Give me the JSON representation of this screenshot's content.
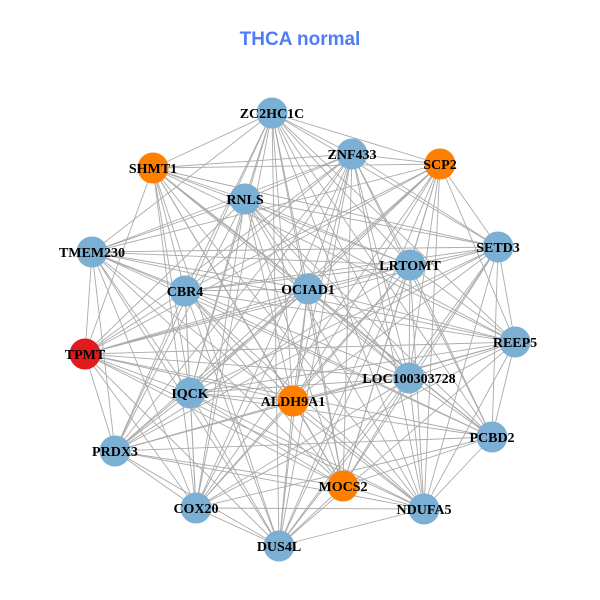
{
  "title": "THCA normal",
  "colors": {
    "default": "#7BAFD4",
    "orange": "#FF7F00",
    "red": "#E31A1C",
    "edge": "#AAAAAA"
  },
  "nodes": [
    {
      "id": "ZC2HC1C",
      "group": "default"
    },
    {
      "id": "SHMT1",
      "group": "orange"
    },
    {
      "id": "ZNF433",
      "group": "default"
    },
    {
      "id": "SCP2",
      "group": "orange"
    },
    {
      "id": "RNLS",
      "group": "default"
    },
    {
      "id": "TMEM230",
      "group": "default"
    },
    {
      "id": "SETD3",
      "group": "default"
    },
    {
      "id": "LRTOMT",
      "group": "default"
    },
    {
      "id": "OCIAD1",
      "group": "default"
    },
    {
      "id": "CBR4",
      "group": "default"
    },
    {
      "id": "REEP5",
      "group": "default"
    },
    {
      "id": "TPMT",
      "group": "red"
    },
    {
      "id": "LOC100303728",
      "group": "default"
    },
    {
      "id": "IQCK",
      "group": "default"
    },
    {
      "id": "ALDH9A1",
      "group": "orange"
    },
    {
      "id": "PCBD2",
      "group": "default"
    },
    {
      "id": "PRDX3",
      "group": "default"
    },
    {
      "id": "MOCS2",
      "group": "orange"
    },
    {
      "id": "NDUFA5",
      "group": "default"
    },
    {
      "id": "COX20",
      "group": "default"
    },
    {
      "id": "DUS4L",
      "group": "default"
    }
  ]
}
